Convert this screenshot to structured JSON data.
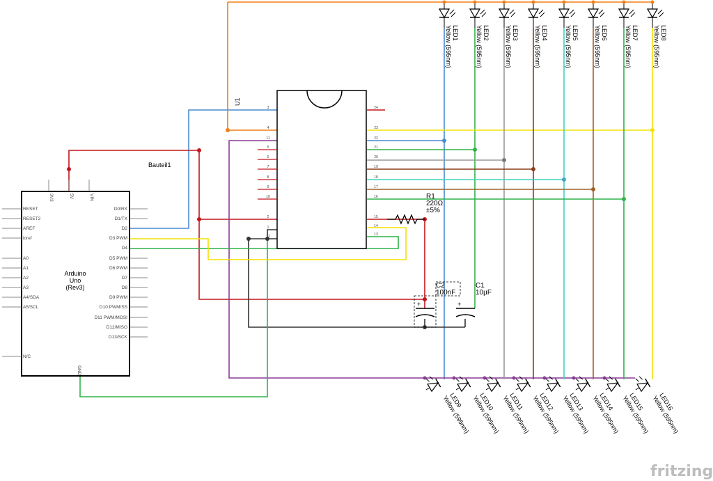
{
  "colors": {
    "orange": "#f07f17",
    "blue": "#4a8bd0",
    "red": "#c4161c",
    "purple": "#8a3b96",
    "green": "#2fb34a",
    "yellow": "#f3e300",
    "gray": "#999999",
    "brown": "#9b5a1b",
    "darkred": "#8a3d1a",
    "cyan": "#40d1c0",
    "tan": "#a0602a",
    "black": "#333333"
  },
  "arduino": {
    "name_line1": "Arduino",
    "name_line2": "Uno",
    "name_line3": "(Rev3)",
    "label": "Bauteil1",
    "top_pins": [
      "3V3",
      "5V",
      "VIN"
    ],
    "left_pins": [
      "RESET",
      "RESET2",
      "AREF",
      "ioref",
      "A0",
      "A1",
      "A2",
      "A3",
      "A4/SDA",
      "A5/SCL",
      "N/C"
    ],
    "right_pins": [
      "D0/RX",
      "D1/TX",
      "D2",
      "D3 PWM",
      "D4",
      "D5 PWM",
      "D6 PWM",
      "D7",
      "D8",
      "D9 PWM",
      "D10 PWM/SS",
      "D11 PWM/MOSI",
      "D12/MISO",
      "D13/SCK"
    ],
    "bottom_pin": "GND"
  },
  "ic": {
    "label": "U1",
    "left_pin_numbers": [
      "3",
      "4",
      "11",
      "5",
      "6",
      "7",
      "8",
      "9",
      "10",
      "2",
      "1",
      "12"
    ],
    "right_pin_numbers": [
      "24",
      "23",
      "22",
      "21",
      "20",
      "19",
      "18",
      "17",
      "16",
      "15",
      "14",
      "13"
    ]
  },
  "resistor": {
    "name": "R1",
    "value": "220Ω",
    "tolerance": "±5%"
  },
  "cap_c2": {
    "name": "C2",
    "value": "100nF"
  },
  "cap_c1": {
    "name": "C1",
    "value": "10µF"
  },
  "leds_top": [
    {
      "name": "LED1",
      "desc": "Yellow (595nm)"
    },
    {
      "name": "LED2",
      "desc": "Yellow (595nm)"
    },
    {
      "name": "LED3",
      "desc": "Yellow (595nm)"
    },
    {
      "name": "LED4",
      "desc": "Yellow (595nm)"
    },
    {
      "name": "LED5",
      "desc": "Yellow (595nm)"
    },
    {
      "name": "LED6",
      "desc": "Yellow (595nm)"
    },
    {
      "name": "LED7",
      "desc": "Yellow (595nm)"
    },
    {
      "name": "LED8",
      "desc": "Yellow (595nm)"
    }
  ],
  "leds_bottom": [
    {
      "name": "LED9",
      "desc": "Yellow (595nm)"
    },
    {
      "name": "LED10",
      "desc": "Yellow (595nm)"
    },
    {
      "name": "LED11",
      "desc": "Yellow (595nm)"
    },
    {
      "name": "LED12",
      "desc": "Yellow (595nm)"
    },
    {
      "name": "LED13",
      "desc": "Yellow (595nm)"
    },
    {
      "name": "LED14",
      "desc": "Yellow (595nm)"
    },
    {
      "name": "LED15",
      "desc": "Yellow (595nm)"
    },
    {
      "name": "LED16",
      "desc": "Yellow (595nm)"
    }
  ],
  "brand": "fritzing"
}
